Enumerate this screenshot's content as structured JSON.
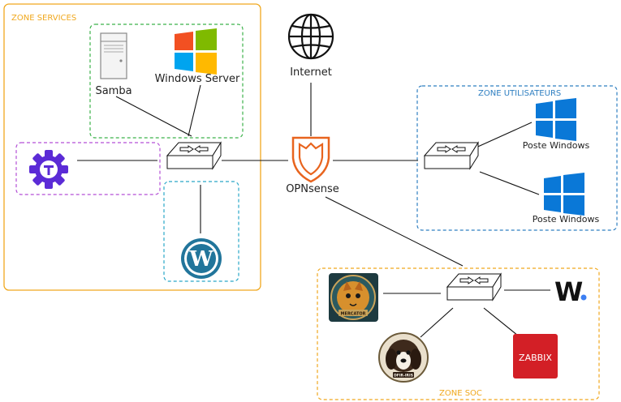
{
  "zones": {
    "services": {
      "label": "ZONE SERVICES",
      "color": "#f0a81e"
    },
    "users": {
      "label": "ZONE UTILISATEURS",
      "color": "#2f7fc1"
    },
    "soc": {
      "label": "ZONE SOC",
      "color": "#f0a81e"
    }
  },
  "nodes": {
    "internet": "Internet",
    "firewall": "OPNsense",
    "samba": "Samba",
    "windows_server": "Windows Server",
    "poste_1": "Poste Windows",
    "poste_2": "Poste Windows",
    "wazuh_letter": "W",
    "zabbix": "ZABBIX",
    "mercator_text": "MERCATOR",
    "dfir_text": "DFIR-IRIS"
  },
  "colors": {
    "services_sub_green": "#3cb24a",
    "services_sub_purple": "#b34fd6",
    "services_sub_teal": "#2aa8c8",
    "opnsense_orange": "#e8641e",
    "windows_blue": "#0a78d7",
    "zabbix_red": "#d31f26",
    "wordpress_blue": "#21759b",
    "purple_gear": "#5b2bd6",
    "wazuh_dot": "#3c7ff2"
  },
  "icons": {
    "internet": "globe-icon",
    "firewall": "shield-icon",
    "samba": "server-tower-icon",
    "windows_server": "windows-logo-color-icon",
    "switch": "network-switch-icon",
    "wordpress": "wordpress-logo-icon",
    "gear": "teleport-gear-icon"
  }
}
